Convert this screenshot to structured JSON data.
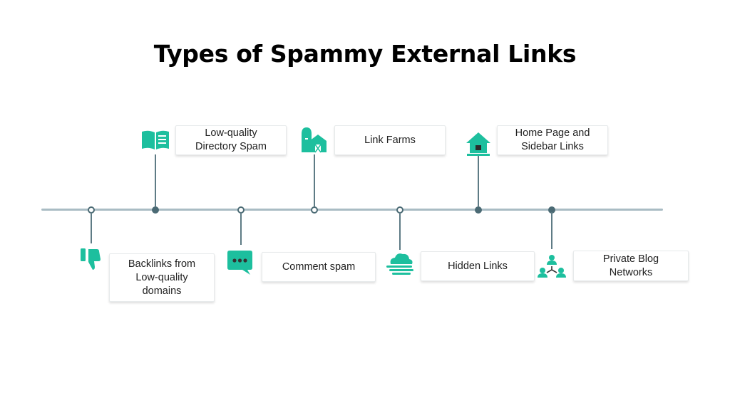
{
  "title": "Types of Spammy External Links",
  "colors": {
    "accent": "#1dbf9e",
    "axis": "#a9bcc4",
    "node": "#4b6a74"
  },
  "items": [
    {
      "label": "Backlinks from\nLow-quality\ndomains",
      "icon": "thumbs-down-icon",
      "position": "below"
    },
    {
      "label": "Low-quality\nDirectory Spam",
      "icon": "book-icon",
      "position": "above"
    },
    {
      "label": "Comment spam",
      "icon": "chat-bubble-icon",
      "position": "below"
    },
    {
      "label": "Link Farms",
      "icon": "farm-barn-icon",
      "position": "above"
    },
    {
      "label": "Hidden Links",
      "icon": "fog-cloud-icon",
      "position": "below"
    },
    {
      "label": "Home Page and\nSidebar Links",
      "icon": "house-icon",
      "position": "above"
    },
    {
      "label": "Private Blog\nNetworks",
      "icon": "network-people-icon",
      "position": "below"
    }
  ]
}
